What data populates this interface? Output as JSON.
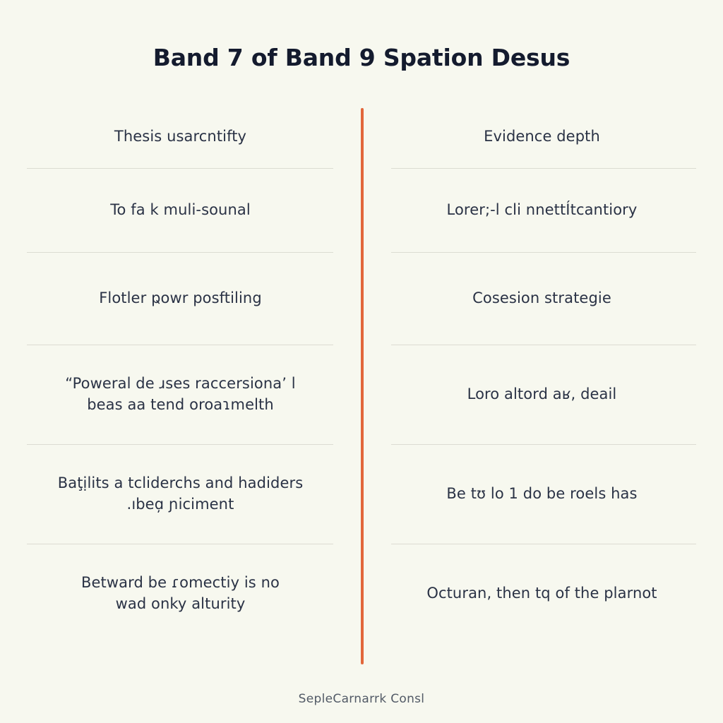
{
  "header": {
    "title": "Band 7 of Band 9 Spation Desus"
  },
  "divider": {
    "color": "#e05a2b"
  },
  "colors": {
    "background": "#f7f8ef",
    "title_text": "#141b2e",
    "body_text": "#2a3245",
    "separator": "#dcdcd2",
    "footer_text": "#525a66"
  },
  "comparison": {
    "rows": [
      {
        "left": "Thesis usarcntifty",
        "right": "Evidence depth"
      },
      {
        "left": "To fa k muli-sounal",
        "right": "Lorer;-l cli nnettÍtcantiory"
      },
      {
        "left": "Flotler ҏowr posftiling",
        "right": "Cosesion strategie"
      },
      {
        "left": "“Poweral de ɹses raccersionaʼ l\nbeas aa tend oroaɿmelth",
        "right": "Loro altord aʁ, deail"
      },
      {
        "left": "Baţịlits a tcliderchs and hadiders\n.ıbeɑ̦ ɲiciment",
        "right": "Be tʊ lo 1 do be roels has"
      },
      {
        "left": "Betward be ɾomectiy is no\nwad onky alturity",
        "right": "Octuran, then tq of the plarnot"
      }
    ]
  },
  "footer": {
    "caption": "SepleCarnarrk Consl"
  }
}
